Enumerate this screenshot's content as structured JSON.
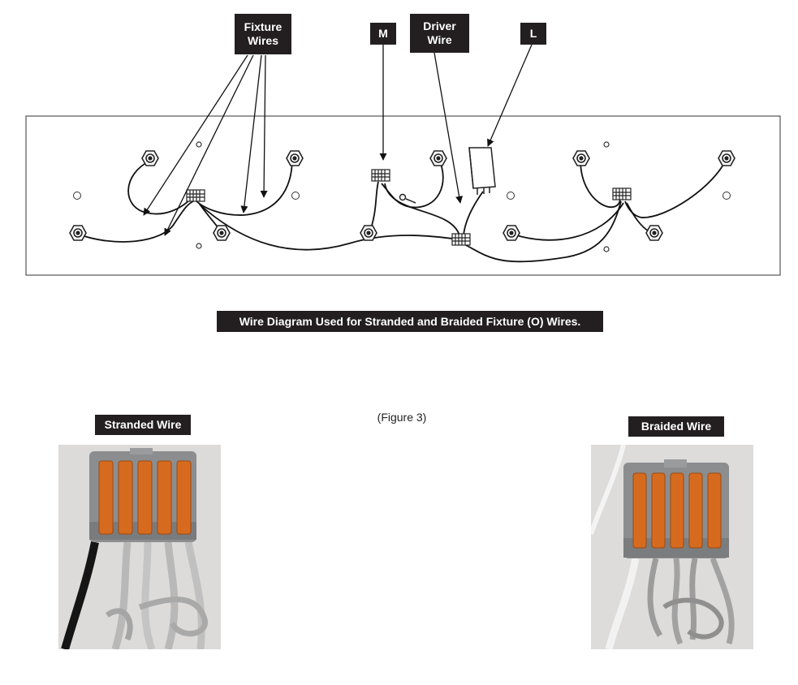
{
  "callouts": {
    "fixture_wires": [
      "Fixture",
      "Wires"
    ],
    "m": "M",
    "driver_wire": [
      "Driver",
      "Wire"
    ],
    "l": "L"
  },
  "caption": "Wire Diagram Used for Stranded and Braided Fixture (O) Wires.",
  "figure_label": "(Figure 3)",
  "photos": {
    "stranded": {
      "label": "Stranded Wire"
    },
    "braided": {
      "label": "Braided Wire"
    }
  },
  "colors": {
    "label_bg": "#231f20",
    "connector_orange": "#d2691e",
    "connector_gray": "#8e8e8e"
  }
}
